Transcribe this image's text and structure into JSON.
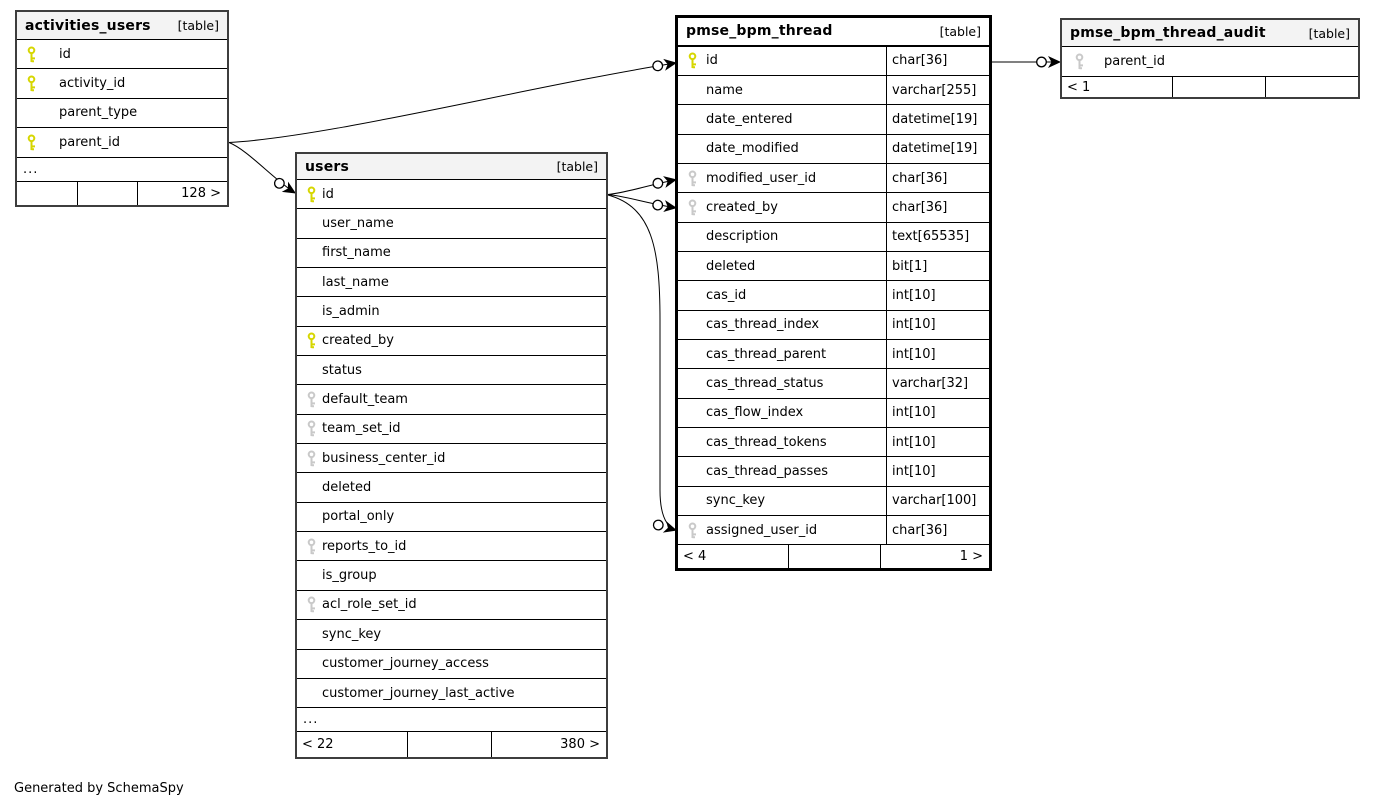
{
  "app": {
    "generator_note": "Generated by SchemaSpy"
  },
  "colors": {
    "pk_key": "#d6d600",
    "fk_key": "#c9c9c9",
    "header_bg": "#f3f3f3",
    "focus_header_bg": "#ffffff",
    "line": "#000000"
  },
  "tables": [
    {
      "id": "activities_users",
      "name": "activities_users",
      "tag": "[table]",
      "emphasized": false,
      "columns": [
        {
          "name": "id",
          "key": "pk",
          "type": ""
        },
        {
          "name": "activity_id",
          "key": "pk",
          "type": ""
        },
        {
          "name": "parent_type",
          "key": null,
          "type": ""
        },
        {
          "name": "parent_id",
          "key": "pk",
          "type": ""
        }
      ],
      "truncated": true,
      "ellipsis_label": "...",
      "footer": {
        "left": "",
        "mid": "",
        "right": "128 >"
      }
    },
    {
      "id": "users",
      "name": "users",
      "tag": "[table]",
      "emphasized": false,
      "columns": [
        {
          "name": "id",
          "key": "pk",
          "type": ""
        },
        {
          "name": "user_name",
          "key": null,
          "type": ""
        },
        {
          "name": "first_name",
          "key": null,
          "type": ""
        },
        {
          "name": "last_name",
          "key": null,
          "type": ""
        },
        {
          "name": "is_admin",
          "key": null,
          "type": ""
        },
        {
          "name": "created_by",
          "key": "pk",
          "type": ""
        },
        {
          "name": "status",
          "key": null,
          "type": ""
        },
        {
          "name": "default_team",
          "key": "fk",
          "type": ""
        },
        {
          "name": "team_set_id",
          "key": "fk",
          "type": ""
        },
        {
          "name": "business_center_id",
          "key": "fk",
          "type": ""
        },
        {
          "name": "deleted",
          "key": null,
          "type": ""
        },
        {
          "name": "portal_only",
          "key": null,
          "type": ""
        },
        {
          "name": "reports_to_id",
          "key": "fk",
          "type": ""
        },
        {
          "name": "is_group",
          "key": null,
          "type": ""
        },
        {
          "name": "acl_role_set_id",
          "key": "fk",
          "type": ""
        },
        {
          "name": "sync_key",
          "key": null,
          "type": ""
        },
        {
          "name": "customer_journey_access",
          "key": null,
          "type": ""
        },
        {
          "name": "customer_journey_last_active",
          "key": null,
          "type": ""
        }
      ],
      "truncated": true,
      "ellipsis_label": "...",
      "footer": {
        "left": "< 22",
        "mid": "",
        "right": "380 >"
      }
    },
    {
      "id": "pmse_bpm_thread",
      "name": "pmse_bpm_thread",
      "tag": "[table]",
      "emphasized": true,
      "columns": [
        {
          "name": "id",
          "key": "pk",
          "type": "char[36]"
        },
        {
          "name": "name",
          "key": null,
          "type": "varchar[255]"
        },
        {
          "name": "date_entered",
          "key": null,
          "type": "datetime[19]"
        },
        {
          "name": "date_modified",
          "key": null,
          "type": "datetime[19]"
        },
        {
          "name": "modified_user_id",
          "key": "fk",
          "type": "char[36]"
        },
        {
          "name": "created_by",
          "key": "fk",
          "type": "char[36]"
        },
        {
          "name": "description",
          "key": null,
          "type": "text[65535]"
        },
        {
          "name": "deleted",
          "key": null,
          "type": "bit[1]"
        },
        {
          "name": "cas_id",
          "key": null,
          "type": "int[10]"
        },
        {
          "name": "cas_thread_index",
          "key": null,
          "type": "int[10]"
        },
        {
          "name": "cas_thread_parent",
          "key": null,
          "type": "int[10]"
        },
        {
          "name": "cas_thread_status",
          "key": null,
          "type": "varchar[32]"
        },
        {
          "name": "cas_flow_index",
          "key": null,
          "type": "int[10]"
        },
        {
          "name": "cas_thread_tokens",
          "key": null,
          "type": "int[10]"
        },
        {
          "name": "cas_thread_passes",
          "key": null,
          "type": "int[10]"
        },
        {
          "name": "sync_key",
          "key": null,
          "type": "varchar[100]"
        },
        {
          "name": "assigned_user_id",
          "key": "fk",
          "type": "char[36]"
        }
      ],
      "truncated": false,
      "ellipsis_label": "...",
      "footer": {
        "left": "< 4",
        "mid": "",
        "right": "1 >"
      }
    },
    {
      "id": "pmse_bpm_thread_audit",
      "name": "pmse_bpm_thread_audit",
      "tag": "[table]",
      "emphasized": false,
      "columns": [
        {
          "name": "parent_id",
          "key": "fk",
          "type": ""
        }
      ],
      "truncated": false,
      "ellipsis_label": "...",
      "footer": {
        "left": "< 1",
        "mid": "",
        "right": ""
      }
    }
  ],
  "relationships": [
    {
      "from": "activities_users.parent_id",
      "to": "pmse_bpm_thread.id"
    },
    {
      "from": "activities_users.parent_id",
      "to": "users.id"
    },
    {
      "from": "users.id",
      "to": "pmse_bpm_thread.modified_user_id"
    },
    {
      "from": "users.id",
      "to": "pmse_bpm_thread.created_by"
    },
    {
      "from": "users.id",
      "to": "pmse_bpm_thread.assigned_user_id"
    },
    {
      "from": "pmse_bpm_thread.id",
      "to": "pmse_bpm_thread_audit.parent_id"
    }
  ]
}
